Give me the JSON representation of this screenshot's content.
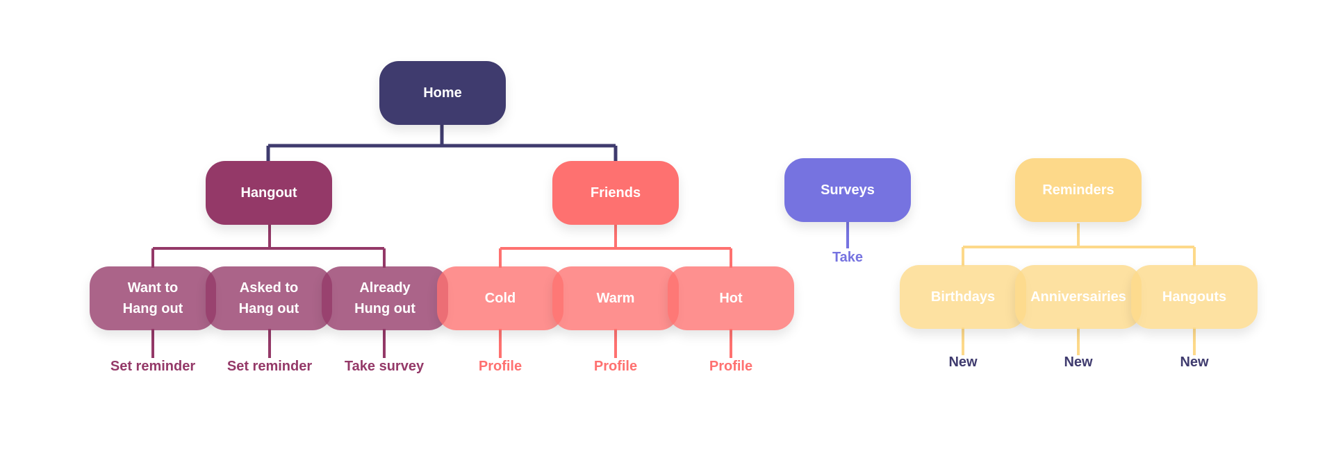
{
  "root": {
    "label": "Home"
  },
  "branches": {
    "hangout": {
      "label": "Hangout",
      "children": [
        {
          "label": "Want to\nHang out",
          "action": "Set reminder"
        },
        {
          "label": "Asked to\nHang out",
          "action": "Set reminder"
        },
        {
          "label": "Already\nHung out",
          "action": "Take survey"
        }
      ]
    },
    "friends": {
      "label": "Friends",
      "children": [
        {
          "label": "Cold",
          "action": "Profile"
        },
        {
          "label": "Warm",
          "action": "Profile"
        },
        {
          "label": "Hot",
          "action": "Profile"
        }
      ]
    },
    "surveys": {
      "label": "Surveys",
      "action": "Take"
    },
    "reminders": {
      "label": "Reminders",
      "children": [
        {
          "label": "Birthdays",
          "action": "New"
        },
        {
          "label": "Anniversairies",
          "action": "New"
        },
        {
          "label": "Hangouts",
          "action": "New"
        }
      ]
    }
  },
  "colors": {
    "home": "#3f3b6e",
    "hangout": "#943968",
    "friends": "#fe7170",
    "surveys": "#7673e0",
    "reminders": "#fdd98a"
  }
}
